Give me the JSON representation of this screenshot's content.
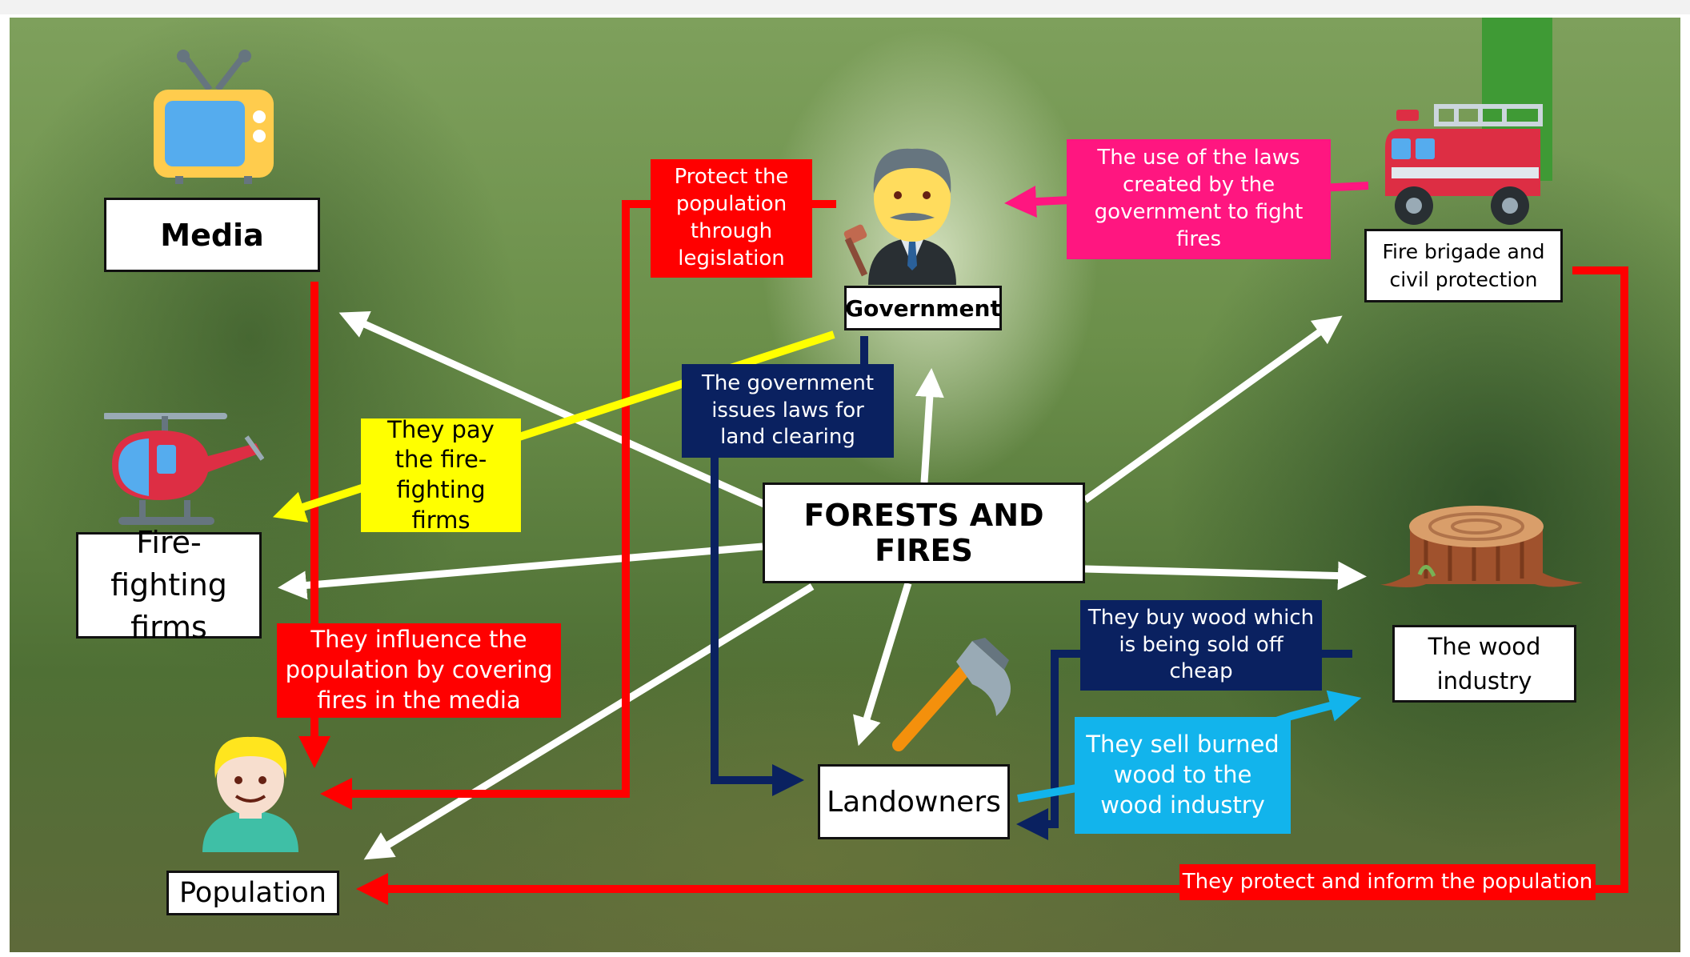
{
  "diagram": {
    "center": "FORESTS AND FIRES",
    "actors": {
      "media": "Media",
      "government": "Government",
      "fire_brigade": "Fire brigade and civil protection",
      "firefighting_firms": "Fire-fighting firms",
      "wood_industry": "The wood industry",
      "landowners": "Landowners",
      "population": "Population"
    },
    "relations": {
      "gov_to_population": "Protect the population through legislation",
      "fire_brigade_to_gov": "The use of the laws created by the government to fight fires",
      "gov_to_landowners": "The government issues laws for land clearing",
      "gov_to_firms": "They pay the fire-fighting firms",
      "media_to_population": "They influence the population by covering fires in the media",
      "wood_industry_to_landowners": "They buy wood which is being sold off cheap",
      "landowners_to_wood_industry": "They sell burned wood to the wood industry",
      "fire_brigade_to_population": "They protect and inform the population"
    },
    "colors": {
      "red": "#ff0000",
      "pink": "#ff1680",
      "navy": "#0a2160",
      "yellow": "#ffff00",
      "cyan": "#12b4ec",
      "white_arrows": "#ffffff"
    },
    "icons": [
      "tv-icon",
      "judge-icon",
      "fire-truck-icon",
      "helicopter-icon",
      "tree-stump-icon",
      "axe-icon",
      "person-icon"
    ]
  }
}
